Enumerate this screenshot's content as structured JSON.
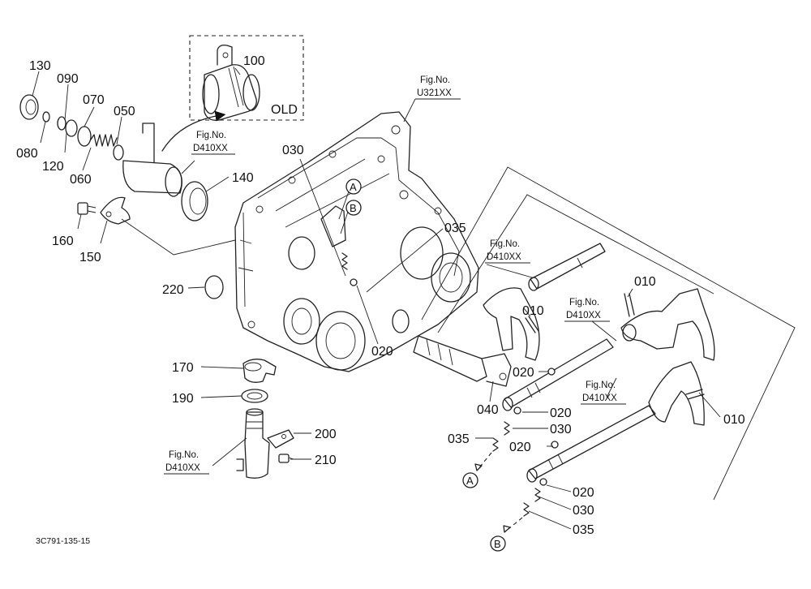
{
  "diagram": {
    "part_labels": {
      "p130": "130",
      "p090": "090",
      "p070": "070",
      "p050": "050",
      "p080": "080",
      "p120": "120",
      "p060": "060",
      "p100": "100",
      "p140": "140",
      "p160": "160",
      "p150": "150",
      "p030a": "030",
      "p035a": "035",
      "p220": "220",
      "p020a": "020",
      "p010a": "010",
      "p010b": "010",
      "p010c": "010",
      "p170": "170",
      "p190": "190",
      "p020b": "020",
      "p040": "040",
      "p020c": "020",
      "p030b": "030",
      "p035b": "035",
      "p020d": "020",
      "p200": "200",
      "p210": "210",
      "p020e": "020",
      "p030c": "030",
      "p035c": "035"
    },
    "old_label": "OLD",
    "fig_refs": {
      "u321": {
        "line1": "Fig.No.",
        "line2": "U321XX"
      },
      "d410_top": {
        "line1": "Fig.No.",
        "line2": "D410XX"
      },
      "d410_mid": {
        "line1": "Fig.No.",
        "line2": "D410XX"
      },
      "d410_right": {
        "line1": "Fig.No.",
        "line2": "D410XX"
      },
      "d410_lower": {
        "line1": "Fig.No.",
        "line2": "D410XX"
      },
      "d410_bottom": {
        "line1": "Fig.No.",
        "line2": "D410XX"
      }
    },
    "markers": {
      "a_upper": "A",
      "b_upper": "B",
      "a_lower": "A",
      "b_lower": "B"
    },
    "drawing_code": "3C791-135-15"
  }
}
